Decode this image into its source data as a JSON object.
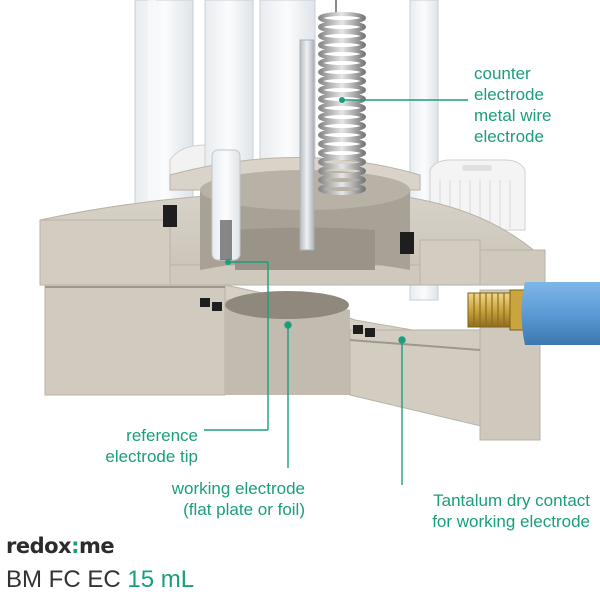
{
  "labels": {
    "counter": [
      "counter",
      "electrode",
      "metal wire",
      "electrode"
    ],
    "reference": [
      "reference",
      "electrode tip"
    ],
    "working": [
      "working electrode",
      "(flat plate or foil)"
    ],
    "tantalum": [
      "Tantalum dry contact",
      "for working electrode"
    ]
  },
  "brand": {
    "name_part1": "redox",
    "name_colon": ":",
    "name_part2": "me"
  },
  "product": {
    "model": "BM FC EC",
    "volume": "15 mL"
  },
  "colors": {
    "accent": "#1a9e7e",
    "body": "#cfc9bf",
    "cable": "#5b9bd5"
  }
}
